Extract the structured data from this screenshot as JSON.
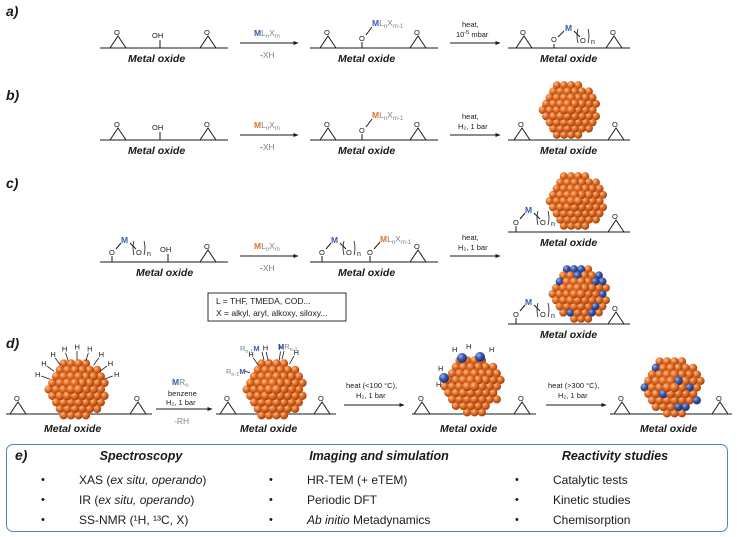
{
  "panels": {
    "a": "a)",
    "b": "b)",
    "c": "c)",
    "d": "d)",
    "e": "e)"
  },
  "support": "Metal oxide",
  "atoms": {
    "O": "O",
    "OH": "OH",
    "M": "M",
    "H": "H",
    "n": "n"
  },
  "reagents": {
    "metal_letter": "M",
    "ligands": "L",
    "n": "n",
    "x": "X",
    "m": "m",
    "m_minus_1": "m-1",
    "minus_xh_minus": "-",
    "minus_xh": "XH",
    "mrn_R": "R",
    "mrn_n": "n",
    "mrn_n_minus_1": "n-1",
    "minus_rh": "-RH"
  },
  "conditions": {
    "a_heat": "heat,",
    "a_vac": "10",
    "a_vac_exp": "-5",
    "a_vac_unit": " mbar",
    "b_heat": "heat,",
    "b_h2": "H₂, 1 bar",
    "c_heat": "heat,",
    "c_h2": "H₂, 1 bar",
    "d1_solvent": "benzene",
    "d1_h2": "H₂, 1 bar",
    "d2_heat": "heat (<100 °C),",
    "d2_h2": "H₂, 1 bar",
    "d3_heat": "heat (>300 °C),",
    "d3_h2": "H₂, 1 bar"
  },
  "legend": {
    "line1": "L = THF, TMEDA, COD...",
    "line2": "X = alkyl, aryl, alkoxy, siloxy..."
  },
  "colors": {
    "metal_orange": "#e8722a",
    "metal_blue": "#3a5bb0",
    "ligand_gray": "#7a8590",
    "box_border": "#4a86c0"
  },
  "e_panel": {
    "columns": [
      {
        "title": "Spectroscopy",
        "items": [
          {
            "pre": "XAS (",
            "it": "ex situ, operando",
            "post": ")"
          },
          {
            "pre": "IR (",
            "it": "ex situ, operando",
            "post": ")"
          },
          {
            "pre": "SS-NMR (¹H, ¹³C, X)",
            "it": "",
            "post": ""
          }
        ]
      },
      {
        "title": "Imaging and simulation",
        "items": [
          {
            "pre": "HR-TEM (+ eTEM)",
            "it": "",
            "post": ""
          },
          {
            "pre": "Periodic DFT",
            "it": "",
            "post": ""
          },
          {
            "pre": "",
            "it": "Ab initio",
            "post": " Metadynamics"
          }
        ]
      },
      {
        "title": "Reactivity studies",
        "items": [
          {
            "pre": "Catalytic tests",
            "it": "",
            "post": ""
          },
          {
            "pre": "Kinetic studies",
            "it": "",
            "post": ""
          },
          {
            "pre": "Chemisorption",
            "it": "",
            "post": ""
          }
        ]
      }
    ]
  }
}
